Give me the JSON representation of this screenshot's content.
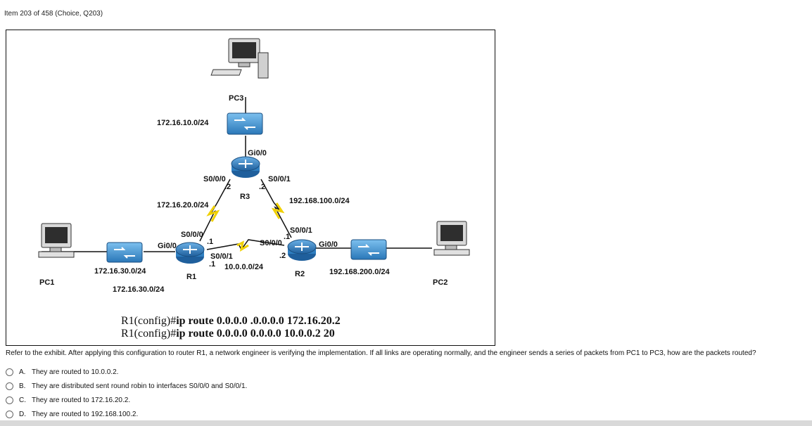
{
  "header": {
    "item_text": "Item 203 of 458  (Choice, Q203)"
  },
  "exhibit": {
    "devices": {
      "pc3": "PC3",
      "pc1": "PC1",
      "pc2": "PC2",
      "r1": "R1",
      "r2": "R2",
      "r3": "R3"
    },
    "networks": {
      "n1": "172.16.10.0/24",
      "n2": "172.16.20.0/24",
      "n3": "192.168.100.0/24",
      "n4": "10.0.0.0/24",
      "n5": "172.16.30.0/24",
      "n6": "172.16.30.0/24",
      "n7": "192.168.200.0/24"
    },
    "interfaces": {
      "r3_gi": "Gi0/0",
      "r3_s000": "S0/0/0",
      "r3_s001": "S0/0/1",
      "r3_s000_host": ".2",
      "r3_s001_host": ".2",
      "r1_gi": "Gi0/0",
      "r1_s000": "S0/0/0",
      "r1_s000_host": ".1",
      "r1_s001": "S0/0/1",
      "r1_s001_host": ".1",
      "r2_s001": "S0/0/1",
      "r2_s001_host": ".1",
      "r2_s000": "S0/0/0",
      "r2_s000_host": ".2",
      "r2_gi": "Gi0/0"
    },
    "config": {
      "line1_prefix": "R1(config)#",
      "line1_cmd": "ip route 0.0.0.0 .0.0.0.0 172.16.20.2",
      "line2_prefix": "R1(config)#",
      "line2_cmd": "ip route 0.0.0.0 0.0.0.0 10.0.0.2 20"
    }
  },
  "question": {
    "text": "Refer to the exhibit. After applying this configuration to router R1, a network engineer is verifying the implementation. If all links are operating normally, and the engineer sends a series of packets from PC1 to PC3, how are the packets routed?"
  },
  "options": [
    {
      "letter": "A.",
      "text": "They are routed to 10.0.0.2."
    },
    {
      "letter": "B.",
      "text": "They are distributed sent round robin to interfaces S0/0/0 and S0/0/1."
    },
    {
      "letter": "C.",
      "text": "They are routed to 172.16.20.2."
    },
    {
      "letter": "D.",
      "text": "They are routed to 192.168.100.2."
    }
  ],
  "colors": {
    "router": "#2f7fc1",
    "switch": "#3a8fd0",
    "serial": "#f0d000",
    "border": "#111111"
  }
}
